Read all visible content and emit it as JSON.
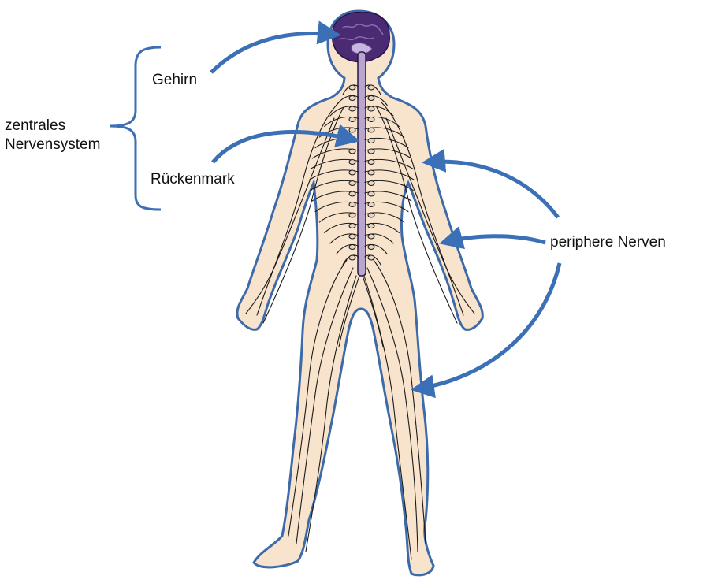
{
  "labels": {
    "cns_line1": "zentrales",
    "cns_line2": "Nervensystem",
    "brain": "Gehirn",
    "spinal_cord": "Rückenmark",
    "peripheral": "periphere Nerven"
  },
  "colors": {
    "arrow": "#3b6fb6",
    "skin": "#f8e3cd",
    "outline": "#3d6aa8",
    "brain": "#4b2a74",
    "spine": "#b9a6cf",
    "nerve": "#1a1a1a"
  }
}
